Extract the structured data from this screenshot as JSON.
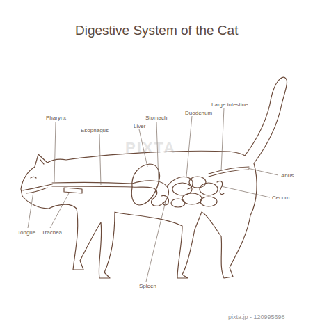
{
  "diagram": {
    "title": "Digestive System of the Cat",
    "labels": [
      "Pharynx",
      "Esophagus",
      "Liver",
      "Stomach",
      "Duodenum",
      "Large intestine",
      "Anus",
      "Cecum",
      "Tongue",
      "Trachea",
      "Spleen",
      "PIXTA",
      "pixta.jp - 120995698"
    ]
  }
}
